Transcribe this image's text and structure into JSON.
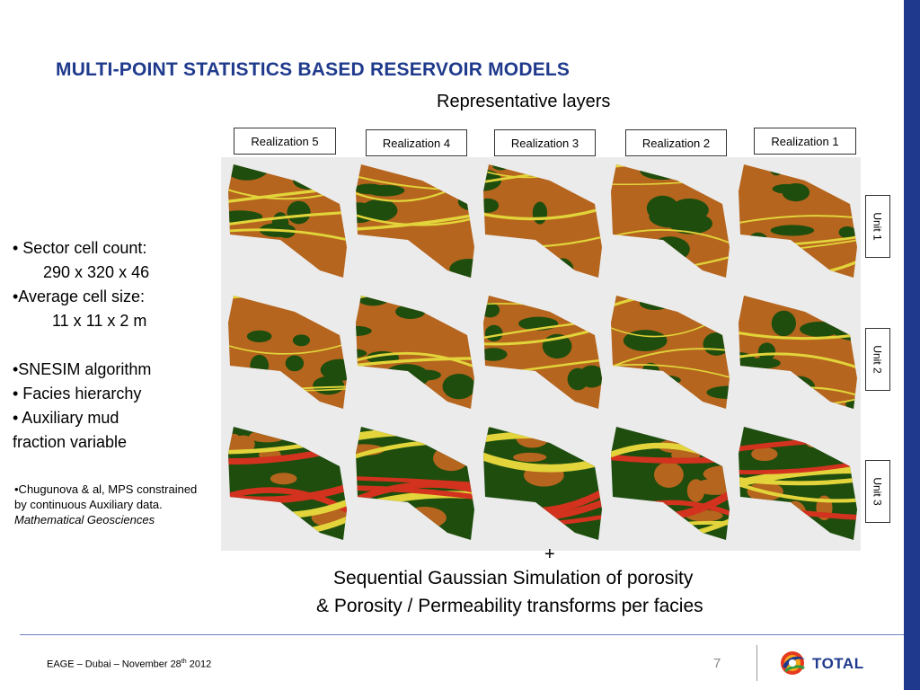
{
  "slide": {
    "title": "MULTI-POINT STATISTICS BASED RESERVOIR MODELS",
    "subtitle": "Representative layers",
    "realizations": [
      "Realization 5",
      "Realization 4",
      "Realization 3",
      "Realization 2",
      "Realization 1"
    ],
    "units": [
      "Unit 1",
      "Unit 2",
      "Unit 3"
    ],
    "bullets": [
      "• Sector cell count:",
      "290 x 320 x 46",
      "•Average cell size:",
      "11 x 11 x 2 m",
      "•SNESIM algorithm",
      "• Facies hierarchy",
      "• Auxiliary mud",
      "fraction variable"
    ],
    "reference": {
      "text": "•Chugunova & al, MPS constrained by continuous Auxiliary data. ",
      "journal": "Mathematical Geosciences"
    },
    "plus": "+",
    "bottom_line1": "Sequential Gaussian Simulation of porosity",
    "bottom_line2": "& Porosity / Permeability transforms per facies"
  },
  "footer": {
    "event": "EAGE – Dubai – November 28",
    "superscript": "th",
    "year": " 2012",
    "page_number": "7",
    "logo_text": "TOTAL"
  },
  "colors": {
    "title": "#1f3a8c",
    "accent_bar": "#1f3a8c",
    "facies_sand": "#b5651d",
    "facies_shale": "#1e4d0e",
    "facies_channel": "#e2d43a",
    "facies_red": "#d2321e"
  }
}
